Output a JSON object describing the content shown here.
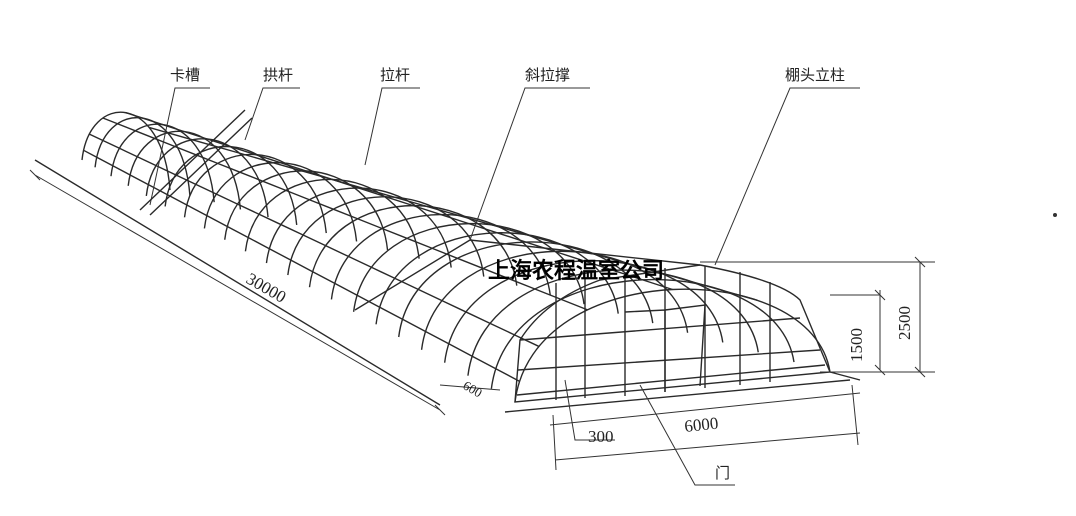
{
  "labels": {
    "clip_groove": "卡槽",
    "arch_rod": "拱杆",
    "tie_rod": "拉杆",
    "diagonal_brace": "斜拉撑",
    "end_column": "棚头立柱",
    "door": "门"
  },
  "dimensions": {
    "length": "30000",
    "margin": "600",
    "door_offset": "300",
    "width": "6000",
    "shoulder_height": "1500",
    "total_height": "2500"
  },
  "watermark": "上海农程温室公司",
  "arch_count": 22
}
